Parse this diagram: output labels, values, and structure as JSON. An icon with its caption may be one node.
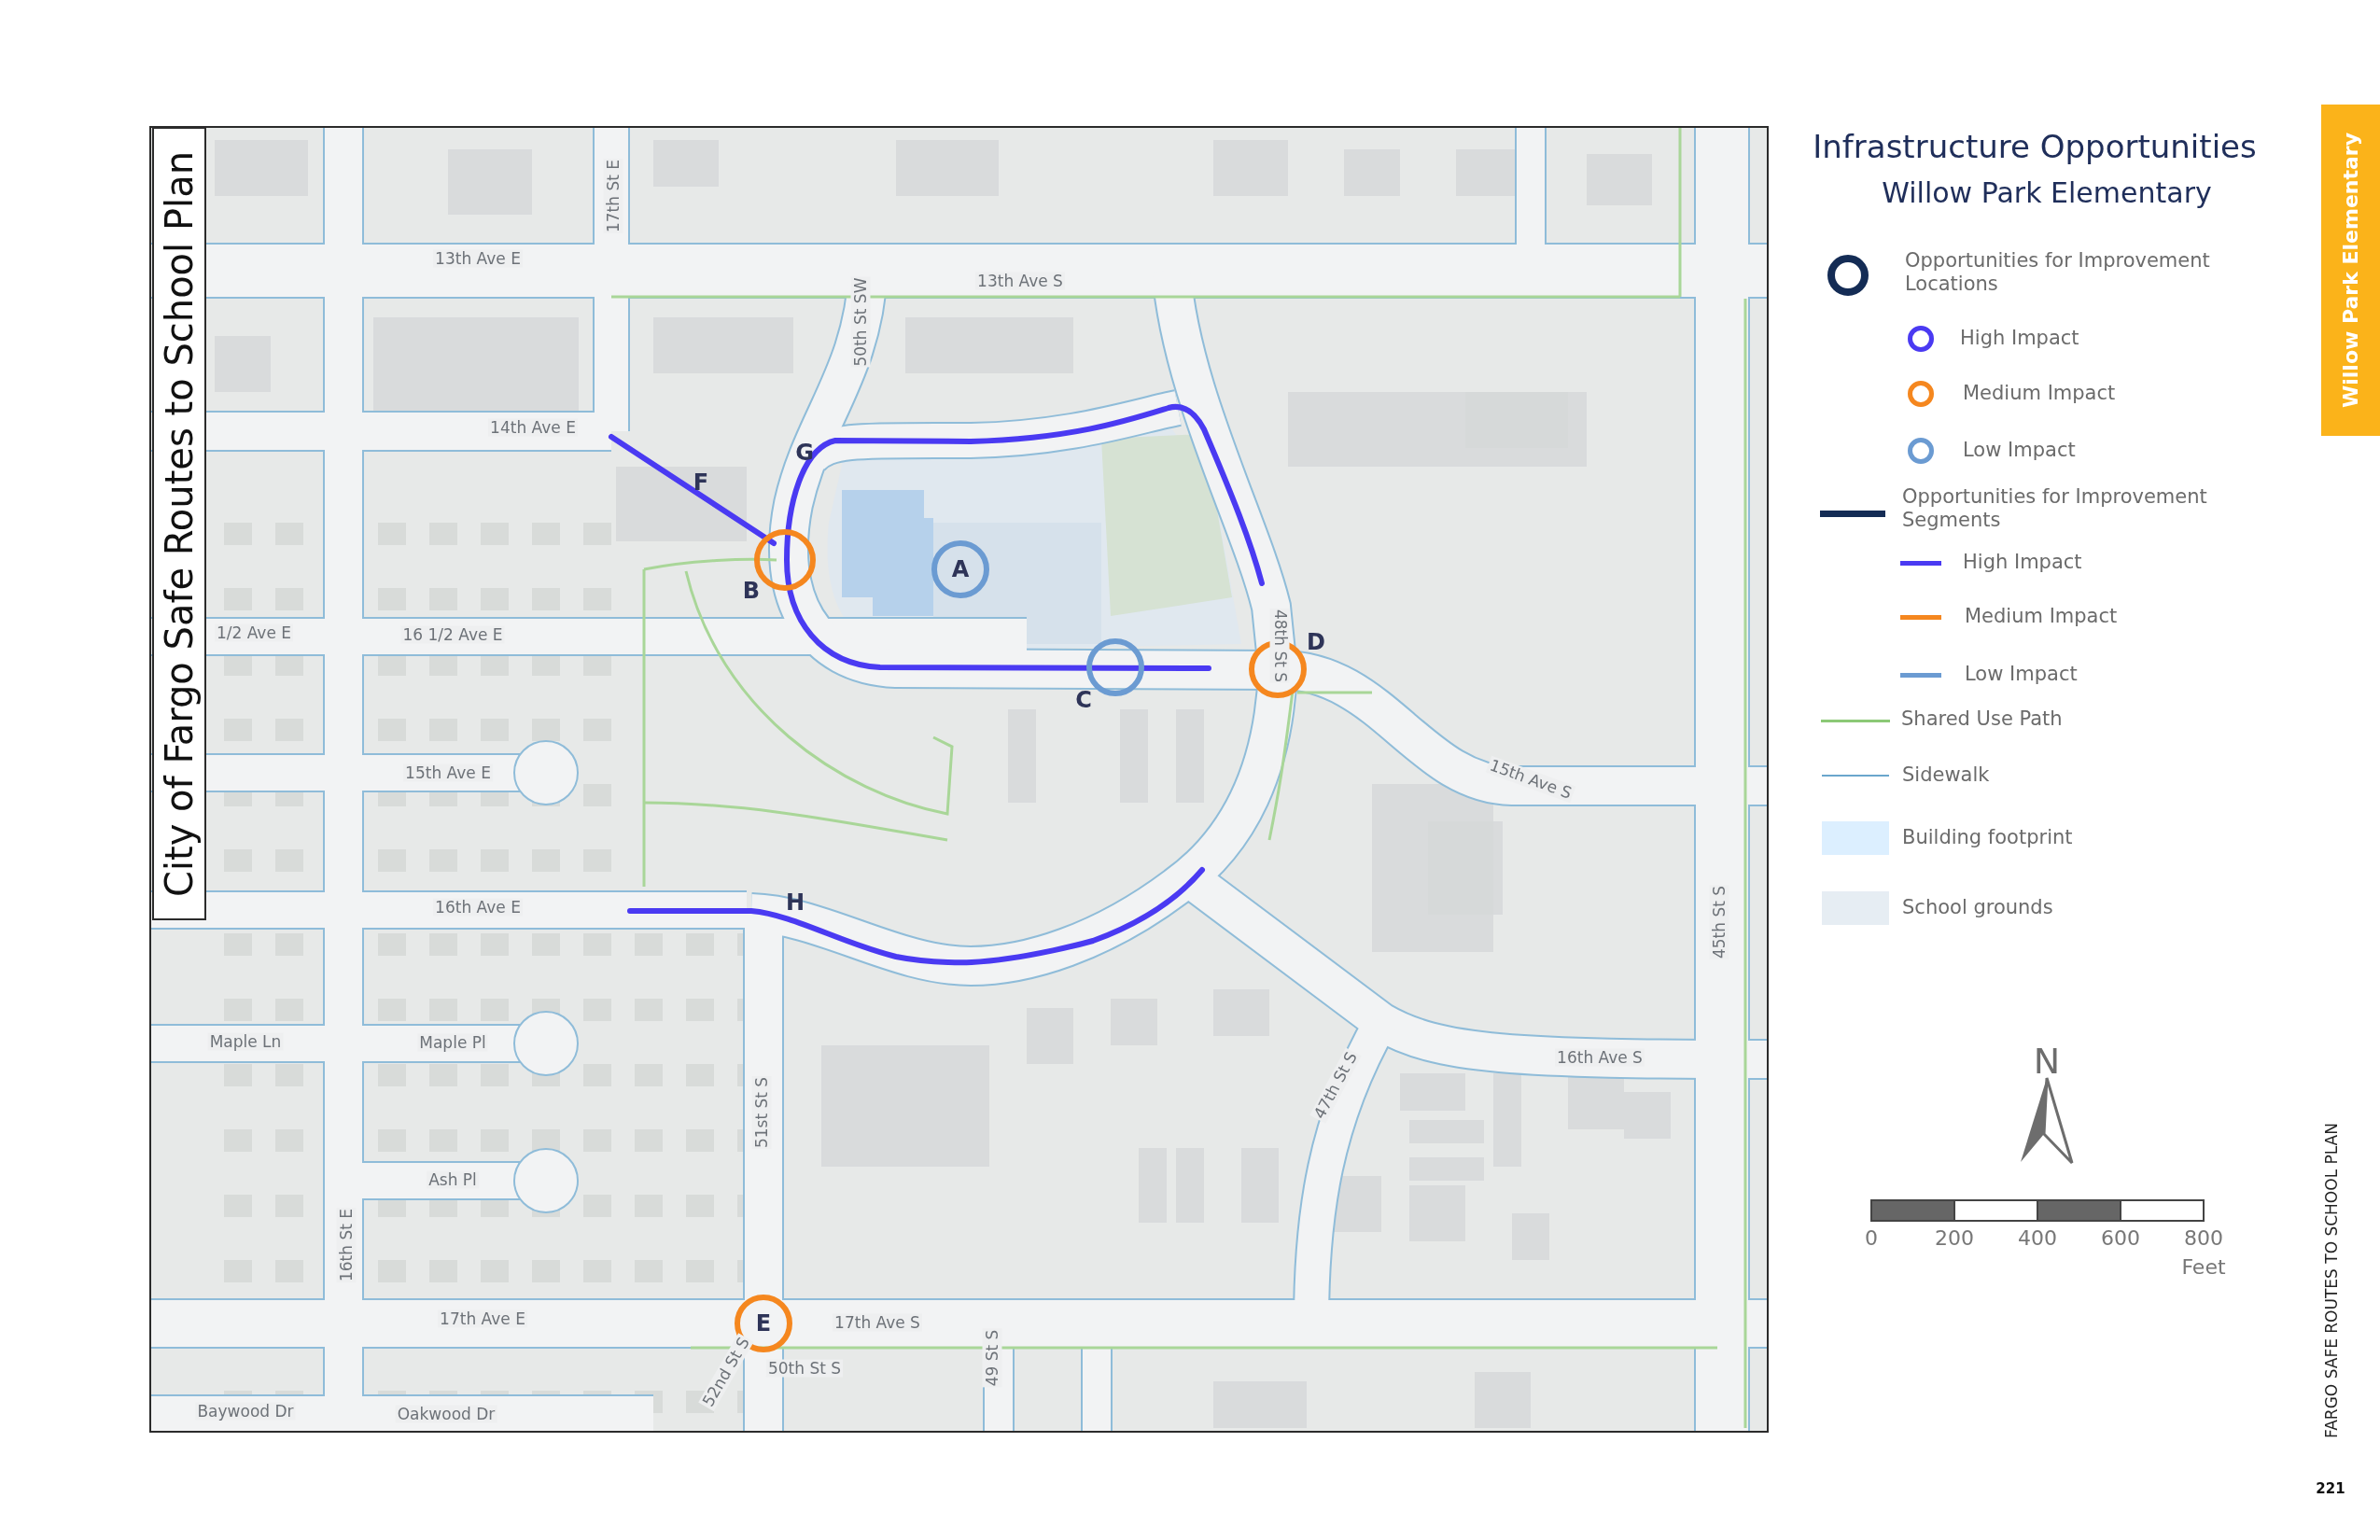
{
  "diagram": {
    "title": "City of Fargo Safe Routes to School Plan",
    "nodes": [
      {
        "text": [],
        "shape": "circle",
        "beside": [
          "B"
        ]
      },
      {
        "text": [
          "A"
        ]
      },
      {
        "text": [],
        "shape": "circle",
        "beside": [
          "C"
        ]
      },
      {
        "text": [],
        "shape": "circle",
        "beside": [
          "D"
        ]
      },
      {
        "text": [
          "E"
        ]
      }
    ],
    "labels": [
      "Infrastructure Opportunities",
      "Willow Park Elementary",
      "Willow Park Elementary",
      "17th St E",
      "13th Ave E",
      "13th Ave S",
      "50th St SW",
      "14th Ave E",
      "G",
      "F",
      "1/2 Ave E",
      "16 1/2 Ave E",
      "48th St S",
      "15th Ave S",
      "15th Ave E",
      "16th Ave E",
      "H",
      "45th St S",
      "Maple Ln",
      "Maple Pl",
      "16th Ave S",
      "47th St S",
      "Ash Pl",
      "51st St S",
      "16th St E",
      "17th Ave E",
      "17th Ave S",
      "52nd St S",
      "50th St S",
      "49 St S",
      "Baywood Dr",
      "Oakwood Dr",
      "N",
      "0",
      "200",
      "400",
      "600",
      "800",
      "Feet",
      "FARGO SAFE ROUTES TO SCHOOL PLAN",
      "221"
    ],
    "legend": [
      {
        "text": "Opportunities for Improvement Locations"
      },
      {
        "text": "High Impact"
      },
      {
        "text": "Medium Impact"
      },
      {
        "text": "Low Impact"
      },
      {
        "text": "Opportunities for Improvement Segments"
      },
      {
        "text": "High Impact"
      },
      {
        "text": "Medium Impact"
      },
      {
        "text": "Low Impact"
      },
      {
        "text": "Shared Use Path"
      },
      {
        "text": "Sidewalk"
      },
      {
        "text": "Building footprint",
        "color": "#dcefff"
      },
      {
        "text": "School grounds",
        "color": "#e6edf3"
      }
    ]
  }
}
